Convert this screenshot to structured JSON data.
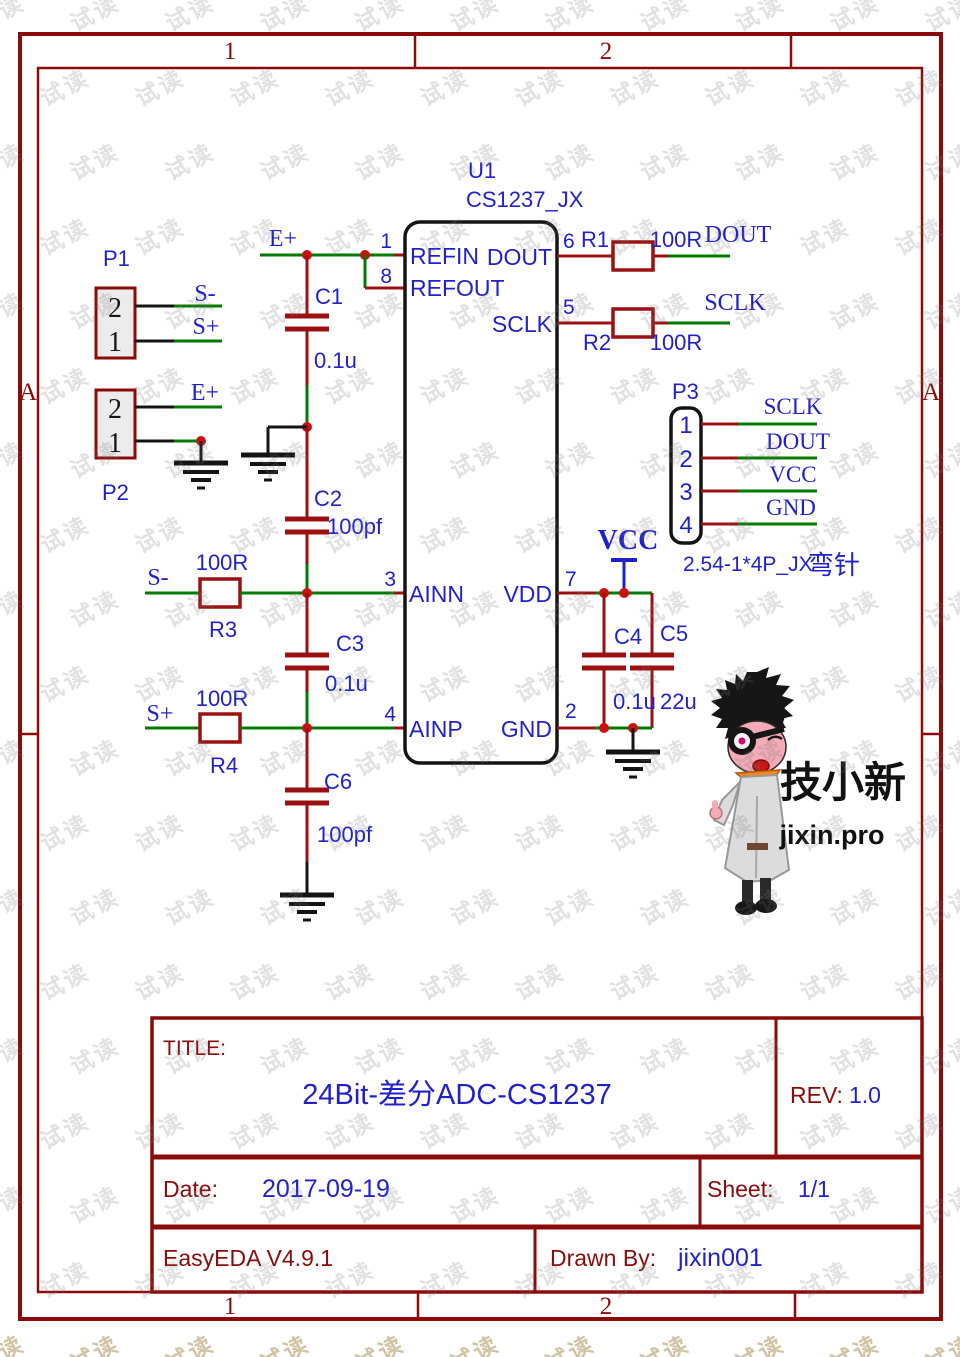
{
  "colors": {
    "frame_red": "#8b0a0a",
    "wire_green": "#007a00",
    "wire_red": "#9b1010",
    "junction_red": "#cc1111",
    "text_blue": "#2121cc",
    "text_darkred": "#8b0a0a"
  },
  "watermark": {
    "text": "试读"
  },
  "frame": {
    "cols": [
      "1",
      "2"
    ],
    "row": "A"
  },
  "ic": {
    "ref": "U1",
    "part": "CS1237_JX",
    "left_pins": [
      {
        "num": "1",
        "name": "REFIN"
      },
      {
        "num": "8",
        "name": "REFOUT"
      },
      {
        "num": "3",
        "name": "AINN"
      },
      {
        "num": "4",
        "name": "AINP"
      }
    ],
    "right_pins": [
      {
        "num": "6",
        "name": "DOUT"
      },
      {
        "num": "5",
        "name": "SCLK"
      },
      {
        "num": "7",
        "name": "VDD"
      },
      {
        "num": "2",
        "name": "GND"
      }
    ]
  },
  "connectors": {
    "p1": {
      "ref": "P1",
      "pins": [
        "2",
        "1"
      ]
    },
    "p2": {
      "ref": "P2",
      "pins": [
        "2",
        "1"
      ]
    },
    "p3": {
      "ref": "P3",
      "pins": [
        "1",
        "2",
        "3",
        "4"
      ],
      "nets": [
        "SCLK",
        "DOUT",
        "VCC",
        "GND"
      ],
      "part": "2.54-1*4P_JX",
      "note": "弯针"
    }
  },
  "resistors": [
    {
      "ref": "R1",
      "value": "100R"
    },
    {
      "ref": "R2",
      "value": "100R"
    },
    {
      "ref": "R3",
      "value": "100R"
    },
    {
      "ref": "R4",
      "value": "100R"
    }
  ],
  "capacitors": [
    {
      "ref": "C1",
      "value": "0.1u"
    },
    {
      "ref": "C2",
      "value": "100pf"
    },
    {
      "ref": "C3",
      "value": "0.1u"
    },
    {
      "ref": "C4",
      "value": "0.1u"
    },
    {
      "ref": "C5",
      "value": "22u"
    },
    {
      "ref": "C6",
      "value": "100pf"
    }
  ],
  "nets": {
    "eplus": "E+",
    "sminus": "S-",
    "splus": "S+",
    "dout": "DOUT",
    "sclk": "SCLK",
    "vcc": "VCC"
  },
  "mascot": {
    "name": "技小新",
    "site": "jixin.pro"
  },
  "title_block": {
    "title_label": "TITLE:",
    "title": "24Bit-差分ADC-CS1237",
    "rev_label": "REV:",
    "rev": "1.0",
    "date_label": "Date:",
    "date": "2017-09-19",
    "sheet_label": "Sheet:",
    "sheet": "1/1",
    "tool": "EasyEDA V4.9.1",
    "drawn_by_label": "Drawn By:",
    "drawn_by": "jixin001"
  }
}
